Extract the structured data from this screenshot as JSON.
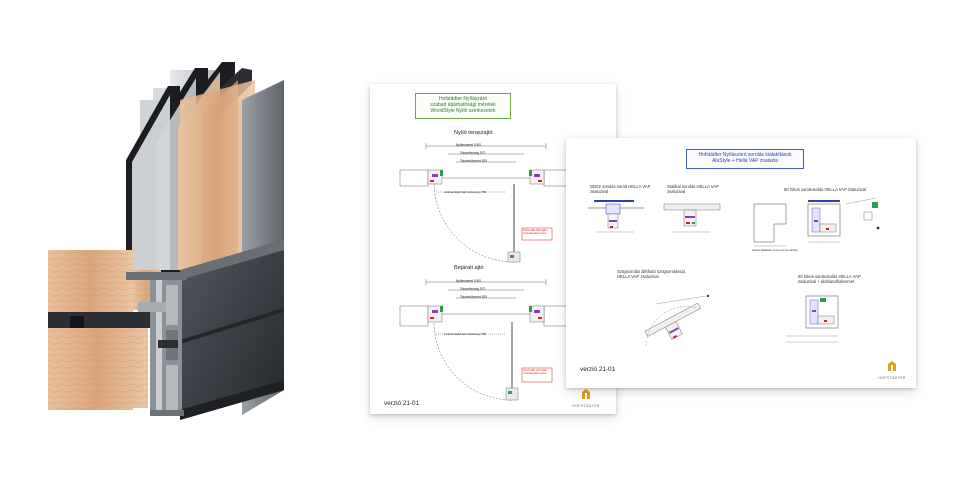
{
  "illustration": {
    "name": "window-profile-cutaway",
    "description_colors": {
      "glass": "#cfd3d6",
      "frame_metal": "#3a3d42",
      "wood": "#e2b48d"
    }
  },
  "sheet_a": {
    "title_lines": [
      "Hofstädter Nyílászáró",
      "szabad átjárhatósági méretek",
      "WoodStyle Nyíló szerkezetek"
    ],
    "section1_title": "Nyíló teraszajtó",
    "section2_title": "Bejárati ajtó",
    "dim_labels_1": [
      "Nyílásméret 1000",
      "Tokszélesség 970",
      "Tokbelsőméret 825"
    ],
    "dim_labels_2": [
      "Nyílásméret 1000",
      "Tokszélesség 970",
      "Tokbelsőméret 825"
    ],
    "clear_label": "szabad átjárható szélesség 780",
    "note_1": "Nyitott állás több átjáró szélesség alatti méret",
    "note_2": "Nyitott állás több átjáró szélesség alatti méret",
    "version": "verzió 21-01",
    "logo": "HOFSTÄDTER"
  },
  "sheet_b": {
    "title_lines": [
      "Hofstädter Nyílászáró sorolás kialakítások",
      "AluStyle + Hella VAP zsaluzia"
    ],
    "captions": [
      [
        "GD02 sorolás sorolt HELLA VAP",
        "zsaluzival"
      ],
      [
        "Statikai sorolás HELLA VAP",
        "zsaluzival"
      ],
      [
        "90 fokos sarokosolás HELLA VAP zsaluzival"
      ],
      [
        "Szögsorolás állítható szögsorolással,",
        "HELLA VAP zsaluzival"
      ],
      [
        "90 fokos sarokosolás HELLA VAP",
        "zsaluzival + aloblandhaltermel"
      ]
    ],
    "corner_note": "Sarkos kialakítás: 2 eres sor de várható",
    "version": "verzió 21-01",
    "logo": "HOFSTÄDTER"
  },
  "colors": {
    "accent_green": "#2f7d2a",
    "accent_blue": "#2e3fa8",
    "note_red": "#d42020",
    "logo_gold": "#e0a01e"
  }
}
